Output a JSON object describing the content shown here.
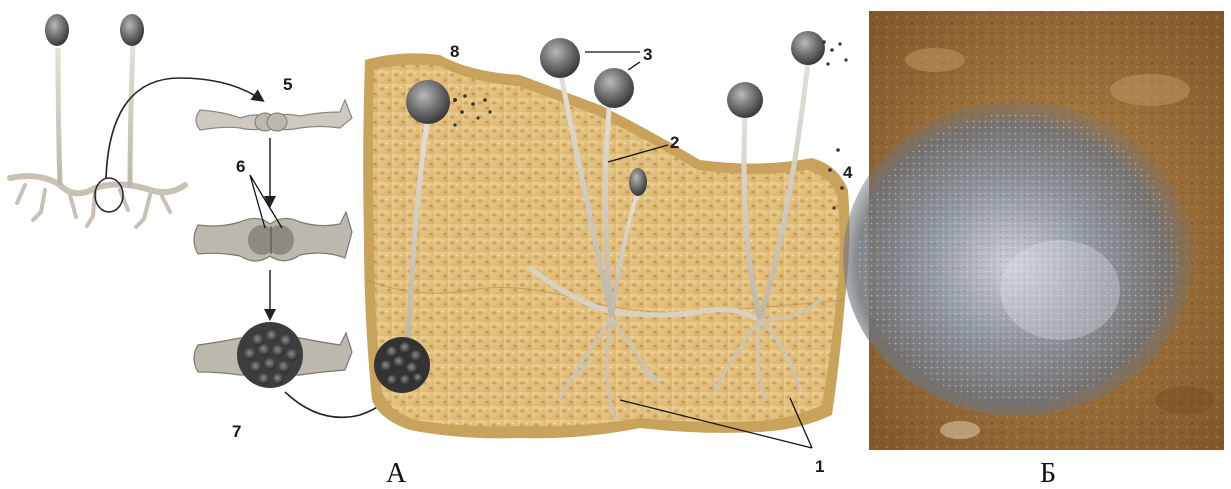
{
  "labels": {
    "l1": "1",
    "l2": "2",
    "l3": "3",
    "l4": "4",
    "l5": "5",
    "l6": "6",
    "l7": "7",
    "l8": "8"
  },
  "captions": {
    "panel_a": "А",
    "panel_b": "Б"
  },
  "colors": {
    "bread_crumb": "#e2c27e",
    "bread_crust": "#c9a25c",
    "hypha": "#d8d2c6",
    "sporangium": "#6e6e6e",
    "photo_soil": "#a5773f",
    "mold": "#8c939b"
  }
}
